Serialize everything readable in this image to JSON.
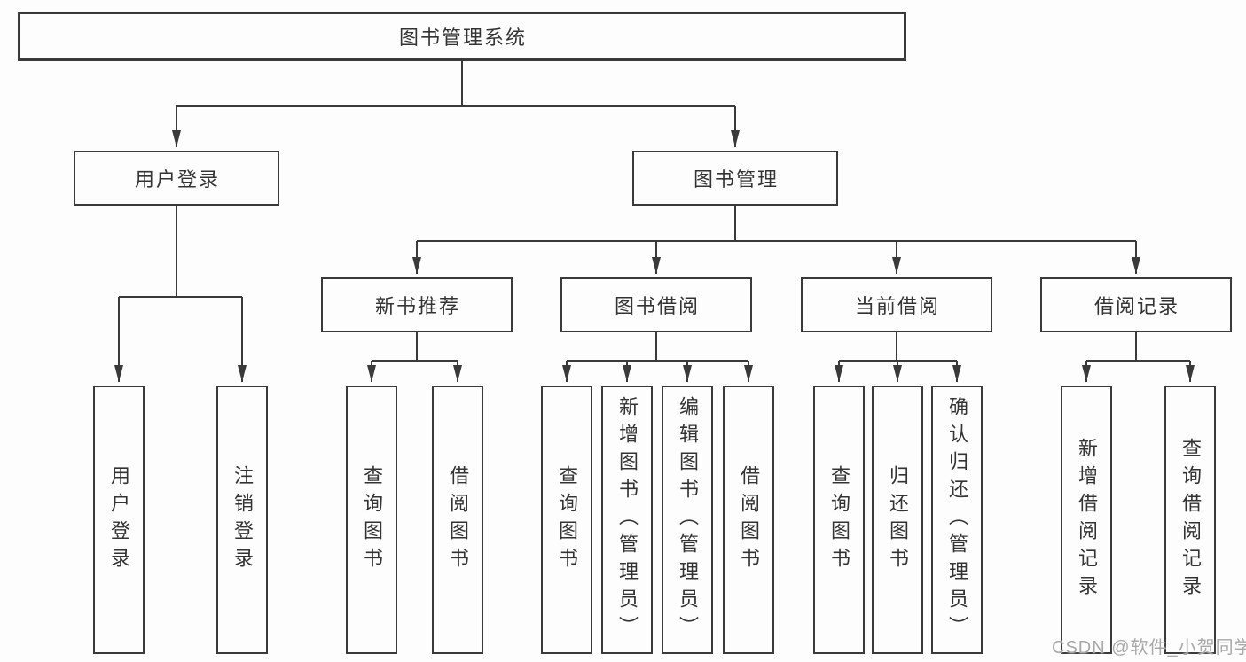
{
  "diagram": {
    "type": "hierarchy-tree",
    "root": {
      "label": "图书管理系统"
    },
    "branches": [
      {
        "label": "用户登录",
        "leaves": [
          "用户登录",
          "注销登录"
        ]
      },
      {
        "label": "图书管理",
        "sub_branches": [
          {
            "label": "新书推荐",
            "leaves": [
              "查询图书",
              "借阅图书"
            ]
          },
          {
            "label": "图书借阅",
            "leaves": [
              "查询图书",
              "新增图书（管理员）",
              "编辑图书（管理员）",
              "借阅图书"
            ]
          },
          {
            "label": "当前借阅",
            "leaves": [
              "查询图书",
              "归还图书",
              "确认归还（管理员）"
            ]
          },
          {
            "label": "借阅记录",
            "leaves": [
              "新增借阅记录",
              "查询借阅记录"
            ]
          }
        ]
      }
    ]
  },
  "watermark": "CSDN @软件_小贺同学",
  "colors": {
    "line": "#3a3a3a",
    "text": "#333333",
    "background": "#fdfdfd",
    "watermark": "#a8a8a8"
  }
}
